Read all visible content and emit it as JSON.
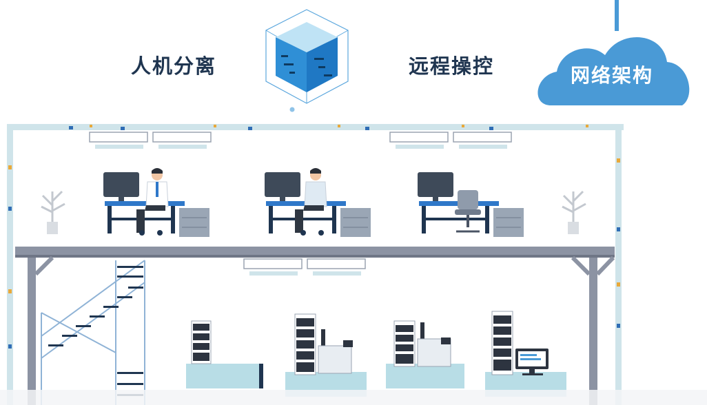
{
  "labels": {
    "left": "人机分离",
    "right": "远程操控",
    "cloud": "网络架构"
  },
  "colors": {
    "accent_blue": "#4a9ad6",
    "dark_navy": "#1f3550",
    "desk_blue": "#2f78c9",
    "frame_grey": "#8c93a3",
    "floor_light": "#b8dde6"
  }
}
